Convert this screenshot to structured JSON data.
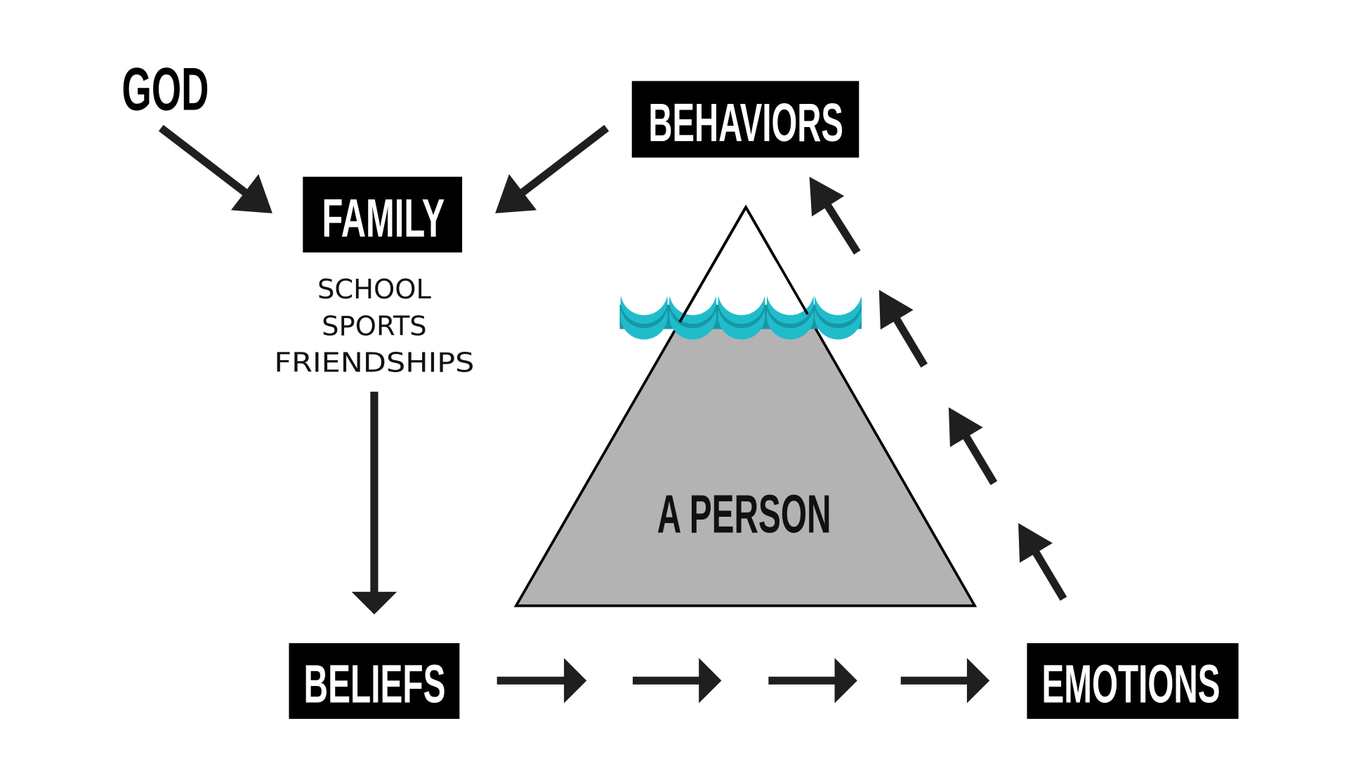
{
  "labels": {
    "god": "GOD",
    "behaviors": "BEHAVIORS",
    "family": "FAMILY",
    "influences": [
      "SCHOOL",
      "SPORTS",
      "FRIENDSHIPS"
    ],
    "person": "A PERSON",
    "beliefs": "BELIEFS",
    "emotions": "EMOTIONS"
  },
  "colors": {
    "ink": "#1f1f1f",
    "box": "#000000",
    "iceberg": "#b3b3b3",
    "water": "#20bccc",
    "water_dark": "#1797a6"
  }
}
